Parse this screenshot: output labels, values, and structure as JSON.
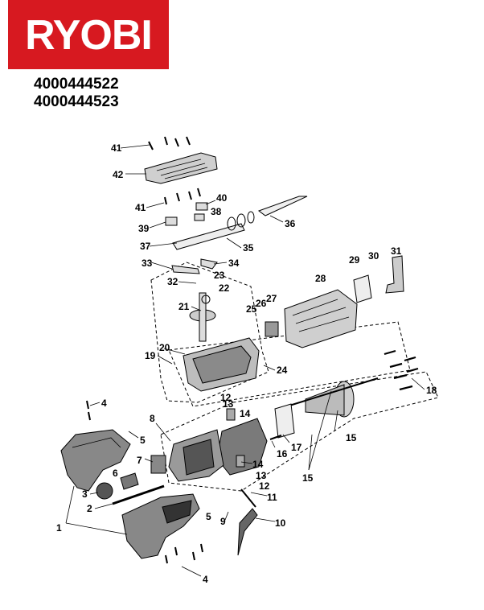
{
  "brand": {
    "name": "RYOBI",
    "color": "#d71920"
  },
  "model_numbers": [
    "4000444522",
    "4000444523"
  ],
  "callouts": [
    {
      "label": "41"
    },
    {
      "label": "42"
    },
    {
      "label": "41"
    },
    {
      "label": "40"
    },
    {
      "label": "38"
    },
    {
      "label": "36"
    },
    {
      "label": "39"
    },
    {
      "label": "37"
    },
    {
      "label": "35"
    },
    {
      "label": "33"
    },
    {
      "label": "34"
    },
    {
      "label": "32"
    },
    {
      "label": "23"
    },
    {
      "label": "22"
    },
    {
      "label": "21"
    },
    {
      "label": "25"
    },
    {
      "label": "26"
    },
    {
      "label": "27"
    },
    {
      "label": "28"
    },
    {
      "label": "29"
    },
    {
      "label": "30"
    },
    {
      "label": "31"
    },
    {
      "label": "20"
    },
    {
      "label": "19"
    },
    {
      "label": "24"
    },
    {
      "label": "18"
    },
    {
      "label": "4"
    },
    {
      "label": "13"
    },
    {
      "label": "14"
    },
    {
      "label": "8"
    },
    {
      "label": "5"
    },
    {
      "label": "7"
    },
    {
      "label": "6"
    },
    {
      "label": "3"
    },
    {
      "label": "2"
    },
    {
      "label": "1"
    },
    {
      "label": "16"
    },
    {
      "label": "17"
    },
    {
      "label": "15"
    },
    {
      "label": "15"
    },
    {
      "label": "14"
    },
    {
      "label": "13"
    },
    {
      "label": "12"
    },
    {
      "label": "12"
    },
    {
      "label": "11"
    },
    {
      "label": "9"
    },
    {
      "label": "5"
    },
    {
      "label": "10"
    },
    {
      "label": "4"
    }
  ]
}
